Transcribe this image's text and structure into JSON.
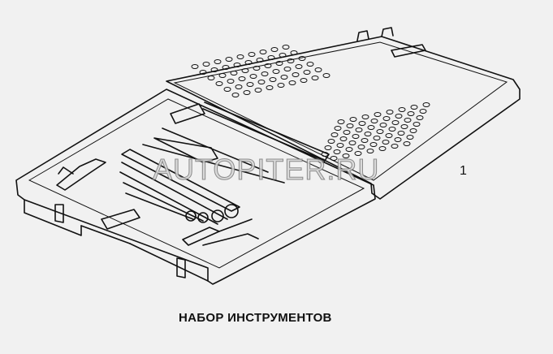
{
  "caption": "НАБОР ИНСТРУМЕНТОВ",
  "callout_number": "1",
  "watermark": "AUTOPITER.RU"
}
